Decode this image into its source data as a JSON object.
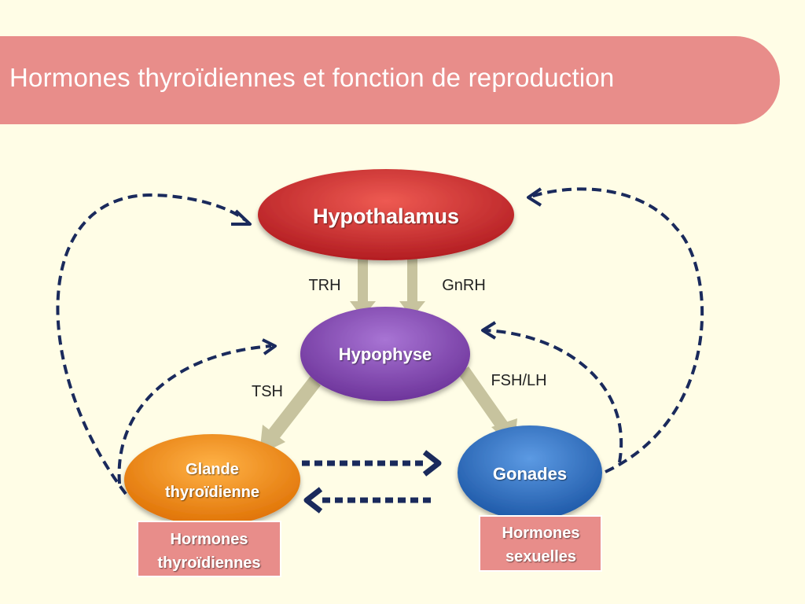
{
  "title": "Hormones thyroïdiennes et fonction de reproduction",
  "nodes": {
    "hypothalamus": "Hypothalamus",
    "hypophyse": "Hypophyse",
    "thyroid_line1": "Glande",
    "thyroid_line2": "thyroïdienne",
    "gonades": "Gonades"
  },
  "edge_labels": {
    "trh": "TRH",
    "gnrh": "GnRH",
    "tsh": "TSH",
    "fsh_lh": "FSH/LH"
  },
  "boxes": {
    "thyroid_hormones_line1": "Hormones",
    "thyroid_hormones_line2": "thyroïdiennes",
    "sex_hormones_line1": "Hormones",
    "sex_hormones_line2": "sexuelles"
  },
  "colors": {
    "title_bar": "#e88d8a",
    "background": "#fffde6",
    "hypothalamus": "#c8282a",
    "hypophyse": "#8a4bb5",
    "thyroid": "#f08a17",
    "gonades": "#2f74c8",
    "arrow": "#c7c39e",
    "dashed": "#1a2a5c",
    "box": "#e88d8a"
  }
}
